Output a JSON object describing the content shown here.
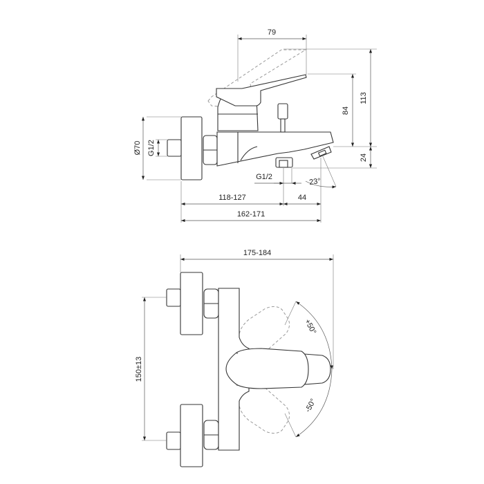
{
  "drawing": {
    "side_view": {
      "dimensions": {
        "lever_reach": "79",
        "lever_height": "84",
        "overall_height": "113",
        "spout_offset": "24",
        "flange_diameter": "Ø70",
        "inlet_thread": "G1/2",
        "outlet_thread": "G1/2",
        "spout_angle": "23°",
        "wall_to_outlet": "118-127",
        "outlet_to_spout": "44",
        "overall_projection": "162-171"
      }
    },
    "top_view": {
      "dimensions": {
        "overall_width": "175-184",
        "inlet_centers": "150±13",
        "lever_rotation_plus": "+50°",
        "lever_rotation_minus": "-50°"
      }
    }
  }
}
